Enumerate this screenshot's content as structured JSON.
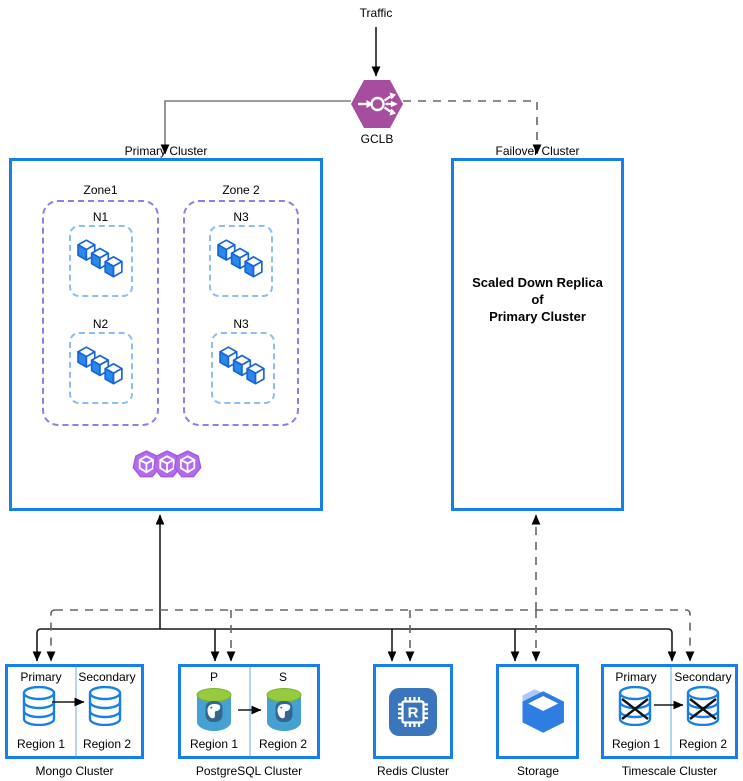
{
  "diagram": {
    "traffic_label": "Traffic",
    "gclb_label": "GCLB",
    "primary": {
      "label": "Primary Cluster",
      "zone1": {
        "label": "Zone1",
        "node1": "N1",
        "node2": "N2"
      },
      "zone2": {
        "label": "Zone 2",
        "node1": "N3",
        "node2": "N3"
      }
    },
    "failover": {
      "label": "Failover Cluster",
      "line1": "Scaled Down Replica",
      "line2": "of",
      "line3": "Primary Cluster"
    },
    "mongo": {
      "label": "Mongo Cluster",
      "left_title": "Primary",
      "right_title": "Secondary",
      "left_region": "Region 1",
      "right_region": "Region 2"
    },
    "postgres": {
      "label": "PostgreSQL Cluster",
      "left_title": "P",
      "right_title": "S",
      "left_region": "Region 1",
      "right_region": "Region 2"
    },
    "redis": {
      "label": "Redis Cluster",
      "chip_letter": "R"
    },
    "storage": {
      "label": "Storage"
    },
    "timescale": {
      "label": "Timescale Cluster",
      "left_title": "Primary",
      "right_title": "Secondary",
      "left_region": "Region 1",
      "right_region": "Region 2"
    },
    "colors": {
      "box_border": "#1780e8",
      "zone_dash": "#8f7ee8",
      "node_dash": "#8cbef5",
      "gclb_purple": "#A64D9F",
      "pod_purple": "#b26ceb",
      "cube_blue": "#2b87ea",
      "redis_blue": "#3B76BC",
      "storage_blue": "#2e7de3",
      "postgres_green": "#97CA3F",
      "postgres_body": "#45A1D2",
      "connector_solid": "#1a1a1a",
      "connector_dashed": "#666666"
    }
  }
}
